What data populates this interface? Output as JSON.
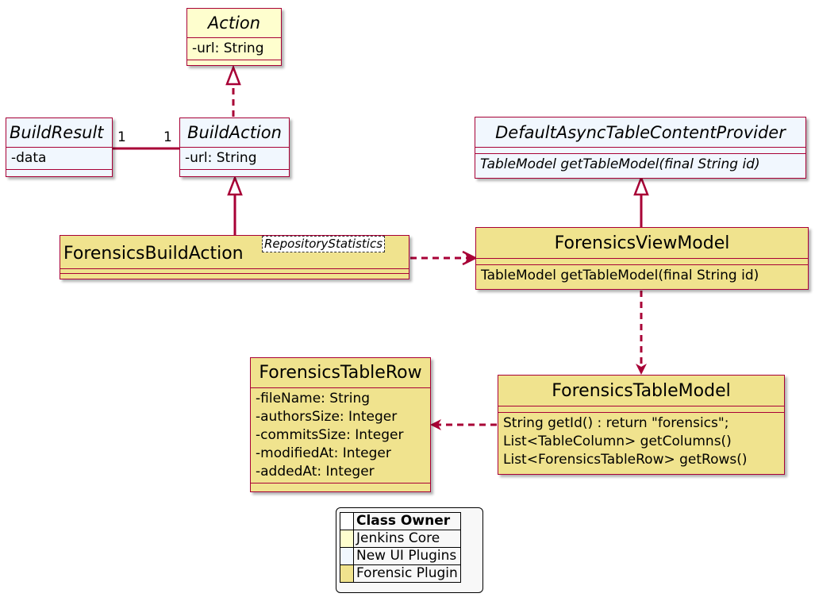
{
  "classes": {
    "action": {
      "name": "Action",
      "fields": [
        "-url: String"
      ],
      "owner": "Jenkins Core"
    },
    "build_result": {
      "name": "BuildResult",
      "fields": [
        "-data"
      ],
      "owner": "New UI Plugins"
    },
    "build_action": {
      "name": "BuildAction",
      "fields": [
        "-url: String"
      ],
      "owner": "New UI Plugins"
    },
    "default_provider": {
      "name": "DefaultAsyncTableContentProvider",
      "methods": [
        "TableModel getTableModel(final String id)"
      ],
      "owner": "New UI Plugins"
    },
    "forensics_build_action": {
      "name": "ForensicsBuildAction",
      "generic": "RepositoryStatistics",
      "owner": "Forensic Plugin"
    },
    "forensics_view_model": {
      "name": "ForensicsViewModel",
      "methods": [
        "TableModel getTableModel(final String id)"
      ],
      "owner": "Forensic Plugin"
    },
    "forensics_table_row": {
      "name": "ForensicsTableRow",
      "fields": [
        "-fileName: String",
        "-authorsSize: Integer",
        "-commitsSize: Integer",
        "-modifiedAt: Integer",
        "-addedAt: Integer"
      ],
      "owner": "Forensic Plugin"
    },
    "forensics_table_model": {
      "name": "ForensicsTableModel",
      "methods": [
        "String getId() : return \"forensics\";",
        "List<TableColumn> getColumns()",
        "List<ForensicsTableRow> getRows()"
      ],
      "owner": "Forensic Plugin"
    }
  },
  "relations": [
    {
      "from": "BuildAction",
      "to": "Action",
      "kind": "realization"
    },
    {
      "from": "BuildResult",
      "to": "BuildAction",
      "kind": "association",
      "from_mult": "1",
      "to_mult": "1"
    },
    {
      "from": "ForensicsBuildAction",
      "to": "BuildAction",
      "kind": "inheritance"
    },
    {
      "from": "ForensicsViewModel",
      "to": "DefaultAsyncTableContentProvider",
      "kind": "inheritance"
    },
    {
      "from": "ForensicsBuildAction",
      "to": "ForensicsViewModel",
      "kind": "dependency"
    },
    {
      "from": "ForensicsViewModel",
      "to": "ForensicsTableModel",
      "kind": "dependency"
    },
    {
      "from": "ForensicsTableModel",
      "to": "ForensicsTableRow",
      "kind": "dependency"
    }
  ],
  "legend": {
    "header": "Class Owner",
    "entries": [
      {
        "label": "Jenkins Core",
        "color": "#fefece"
      },
      {
        "label": "New UI Plugins",
        "color": "#f1f7fe"
      },
      {
        "label": "Forensic Plugin",
        "color": "#f0e38e"
      }
    ]
  },
  "colors": {
    "border": "#a80036",
    "jenkins_core": "#fefece",
    "new_ui": "#f1f7fe",
    "forensic": "#f0e38e"
  }
}
